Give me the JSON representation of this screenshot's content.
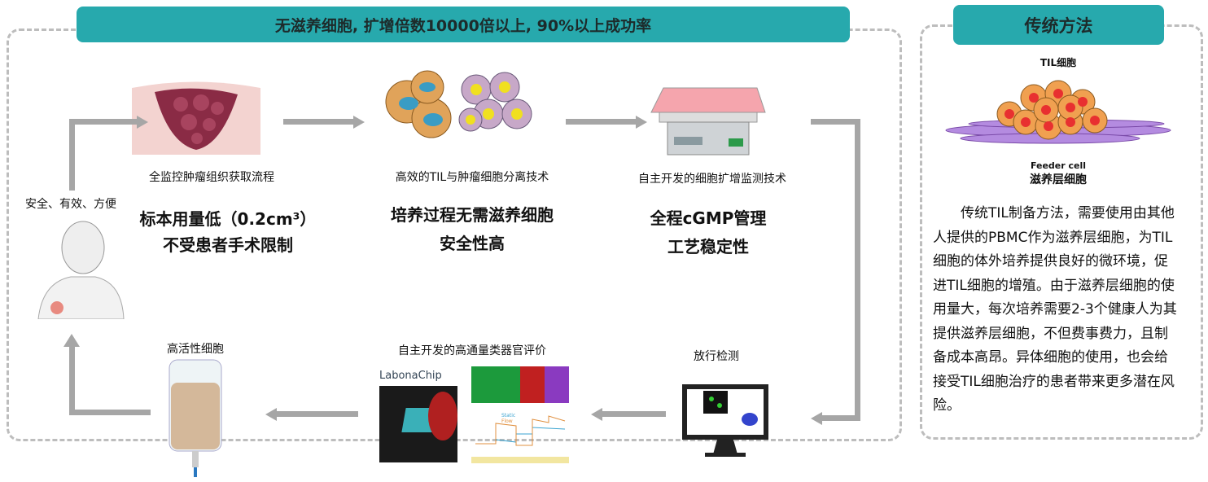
{
  "main": {
    "banner": "无滋养细胞, 扩增倍数10000倍以上, 90%以上成功率",
    "patient_label": "安全、有效、方便",
    "steps": [
      {
        "caption": "全监控肿瘤组织获取流程",
        "highlight": [
          "标本用量低（0.2cm³）",
          "不受患者手术限制"
        ]
      },
      {
        "caption": "高效的TIL与肿瘤细胞分离技术",
        "highlight": [
          "培养过程无需滋养细胞",
          "安全性高"
        ]
      },
      {
        "caption": "自主开发的细胞扩增监测技术",
        "highlight": [
          "全程cGMP管理",
          "工艺稳定性"
        ]
      },
      {
        "caption": "放行检测"
      },
      {
        "caption": "自主开发的高通量类器官评价"
      },
      {
        "caption": "高活性细胞"
      }
    ],
    "journal_title": "LabonaChip",
    "chart_legend": [
      "Static",
      "Flow"
    ]
  },
  "side": {
    "banner": "传统方法",
    "til_label": "TIL细胞",
    "feeder_en": "Feeder cell",
    "feeder_cn": "滋养层细胞",
    "description": "传统TIL制备方法，需要使用由其他人提供的PBMC作为滋养层细胞，为TIL细胞的体外培养提供良好的微环境，促进TIL细胞的增殖。由于滋养层细胞的使用量大，每次培养需要2-3个健康人为其提供滋养层细胞，不但费事费力，且制备成本高昂。异体细胞的使用，也会给接受TIL细胞治疗的患者带来更多潜在风险。"
  },
  "colors": {
    "accent": "#27a9ad",
    "arrow": "#a6a6a6"
  }
}
